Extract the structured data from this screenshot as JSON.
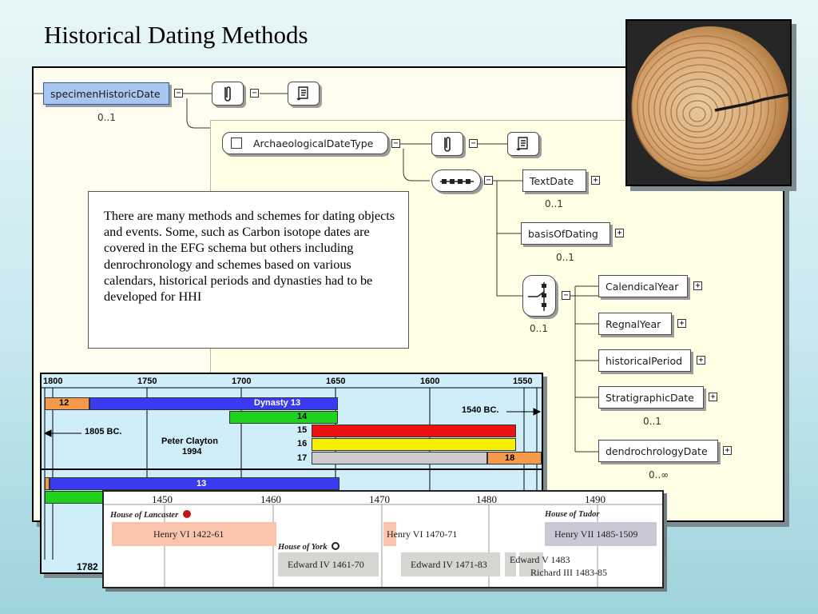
{
  "slide": {
    "title": "Historical Dating Methods",
    "body_text": "There are many methods and schemes for dating objects and events. Some, such as Carbon isotope dates are covered in the EFG schema but others including denrochronology and schemes based on various calendars, historical periods and dynasties had to be developed for HHI"
  },
  "schema": {
    "root": {
      "label": "specimenHistoricDate",
      "card": "0..1"
    },
    "type_node": {
      "label": "ArchaeologicalDateType"
    },
    "text_date": {
      "label": "TextDate",
      "card": "0..1"
    },
    "basis": {
      "label": "basisOfDating",
      "card": "0..1"
    },
    "choice_card": "0..1",
    "choices": [
      {
        "label": "CalendicalYear",
        "card": ""
      },
      {
        "label": "RegnalYear",
        "card": ""
      },
      {
        "label": "historicalPeriod",
        "card": ""
      },
      {
        "label": "StratigraphicDate",
        "card": "0..1"
      },
      {
        "label": "dendrochrologyDate",
        "card": "0..∞"
      }
    ],
    "colors": {
      "selected": "#a9c6ee",
      "panel": "#fffdf0"
    }
  },
  "dynasty_chart": {
    "axis_years": [
      "1800",
      "1750",
      "1700",
      "1650",
      "1600",
      "1550"
    ],
    "bottom_year": "1782",
    "labels": {
      "d12": "12",
      "d13": "Dynasty 13",
      "d14": "14",
      "d15": "15",
      "d16": "16",
      "d17": "17",
      "d18": "18",
      "d13b": "13",
      "left_bc": "1805 BC.",
      "right_bc": "1540 BC.",
      "author": "Peter Clayton",
      "author_year": "1994"
    },
    "colors": {
      "d12": "#f59a4a",
      "d13": "#3a3af0",
      "d14": "#1ed21e",
      "d15": "#ee1111",
      "d16": "#f6f000",
      "d17": "#cccccc",
      "d18": "#f59a4a"
    }
  },
  "reign_chart": {
    "axis_years": [
      "1450",
      "1460",
      "1470",
      "1480",
      "1490"
    ],
    "houses": {
      "lancaster": "House of Lancaster",
      "york": "House of York",
      "tudor": "House of Tudor"
    },
    "reigns": {
      "henry6a": "Henry VI  1422-61",
      "henry6b": "Henry VI  1470-71",
      "henry7": "Henry VII  1485-1509",
      "edward4a": "Edward IV  1461-70",
      "edward4b": "Edward IV  1471-83",
      "edward5": "Edward V  1483",
      "richard3": "Richard III  1483-85"
    },
    "colors": {
      "lancaster": "#f9c3ac",
      "york": "#d4d6d2",
      "tudor": "#c9c9d6"
    }
  }
}
